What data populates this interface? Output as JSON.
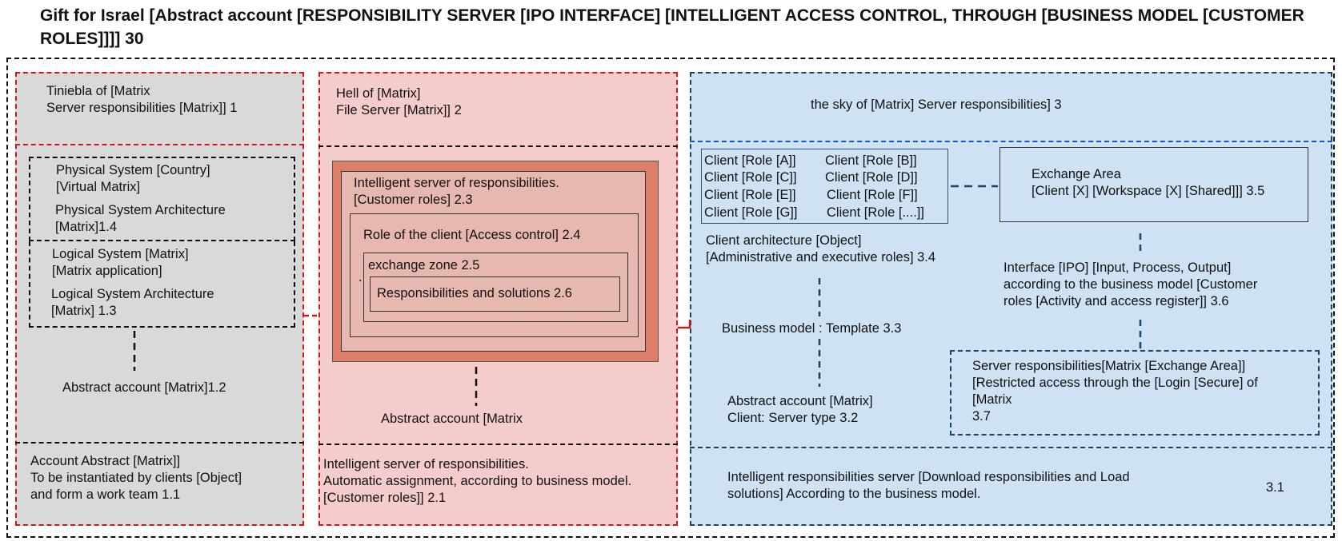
{
  "title": "Gift for Israel  [Abstract account [RESPONSIBILITY SERVER [IPO INTERFACE] [INTELLIGENT ACCESS CONTROL, THROUGH [BUSINESS MODEL [CUSTOMER ROLES]]]] 30",
  "colors": {
    "gray_panel": "#d9d9d9",
    "pink_panel": "#f4cccc",
    "blue_panel": "#cfe2f3",
    "red_border": "#d01818",
    "teal_border": "#14466a",
    "dark_salmon": "#dd7e6b",
    "light_salmon": "#e6b8af"
  },
  "gray": {
    "header": "Tiniebla of [Matrix\nServer responsibilities  [Matrix]] 1",
    "physical_system": "Physical System [Country]\n [Virtual Matrix]",
    "physical_architecture": "Physical System Architecture\n [Matrix]1.4",
    "logical_system": "Logical System [Matrix]\n [Matrix application]",
    "logical_architecture": "Logical System Architecture\n [Matrix] 1.3",
    "abstract_account": "Abstract account [Matrix]1.2",
    "footer": "Account Abstract [Matrix]]\nTo be instantiated by clients [Object]\nand form a work team 1.1"
  },
  "pink": {
    "header": "Hell of [Matrix]\nFile Server [Matrix]] 2",
    "intelligent_server": "Intelligent server of responsibilities.\n[Customer roles] 2.3",
    "client_role": "Role of the client [Access control] 2.4",
    "exchange_zone": "exchange zone  2.5",
    "dot": ".",
    "responsibilities": "Responsibilities and solutions 2.6",
    "abstract_account": "Abstract account [Matrix",
    "footer": "Intelligent server of responsibilities.\nAutomatic assignment, according to business model.\n [Customer roles]] 2.1"
  },
  "blue": {
    "header": "the sky of [Matrix] Server responsibilities] 3",
    "roles_left": [
      "Client [Role [A]]",
      "Client [Role [C]]",
      "Client [Role [E]]",
      "Client [Role [G]]"
    ],
    "roles_right": [
      "Client [Role [B]]",
      "Client [Role [D]]",
      "Client [Role [F]]",
      "Client [Role [....]]"
    ],
    "exchange_area": "Exchange Area\n[Client [X] [Workspace [X] [Shared]]] 3.5",
    "client_architecture": "Client architecture [Object]\n[Administrative and executive roles] 3.4",
    "interface": "Interface [IPO] [Input, Process, Output]\naccording to the business model [Customer\nroles [Activity and access register]] 3.6",
    "business_model": "Business model : Template 3.3",
    "server_responsibilities": "Server responsibilities[Matrix [Exchange Area]]\n[Restricted access through the [Login [Secure] of\n[Matrix\n3.7",
    "abstract_account": "Abstract account [Matrix]\nClient: Server type 3.2",
    "footer": "Intelligent responsibilities server [Download responsibilities and Load\nsolutions] According to the business model.",
    "footer_number": "3.1"
  }
}
